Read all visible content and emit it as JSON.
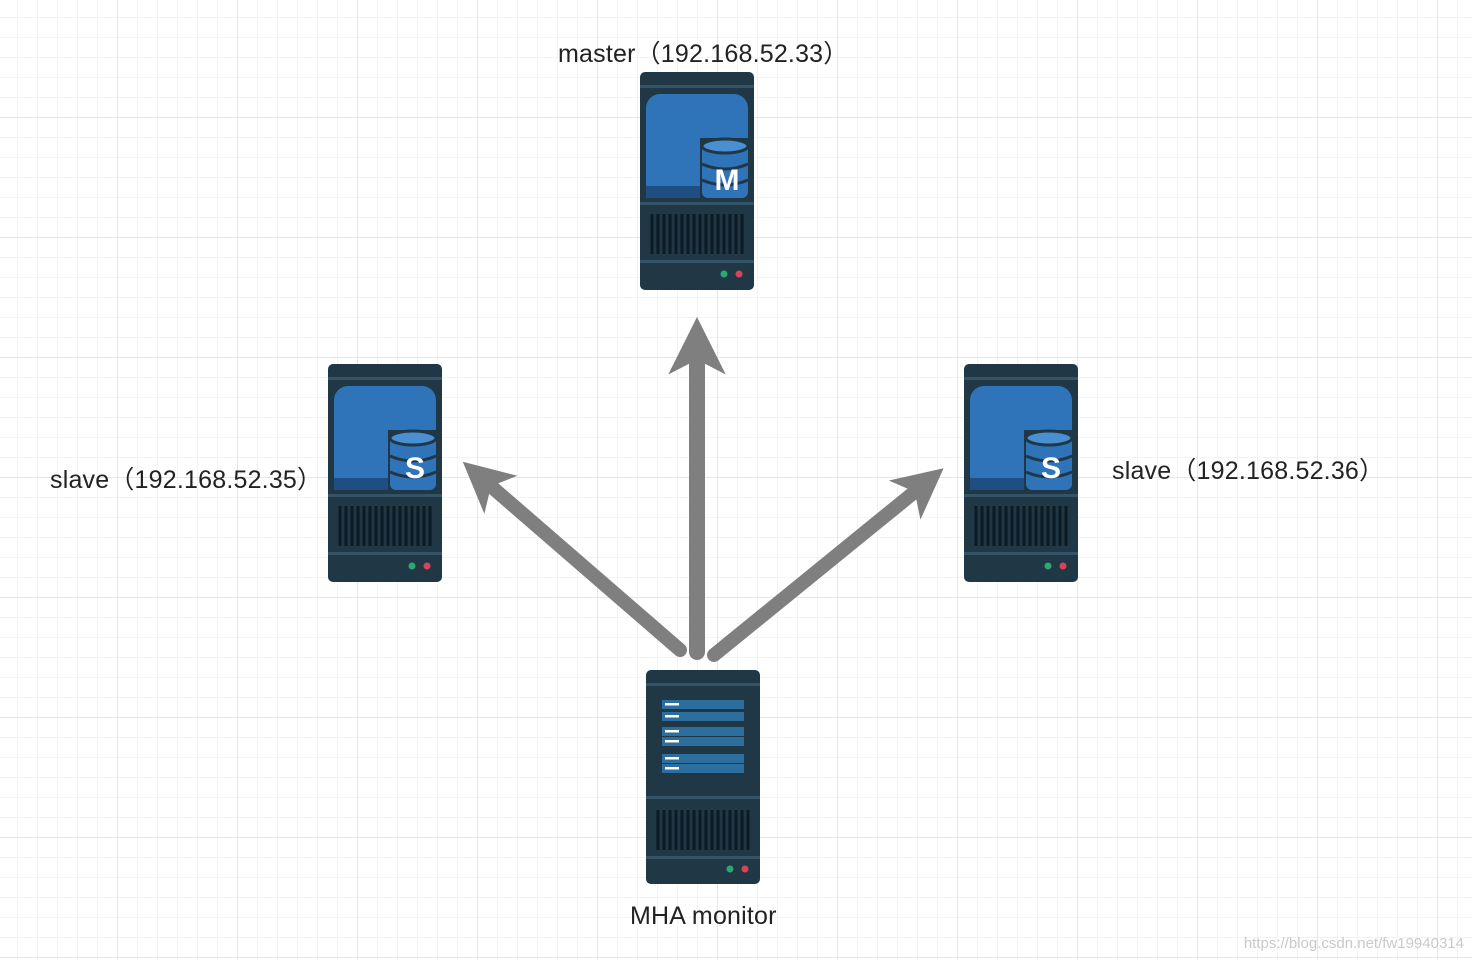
{
  "nodes": {
    "master": {
      "label": "master（192.168.52.33）",
      "badge": "M"
    },
    "slave_left": {
      "label": "slave（192.168.52.35）",
      "badge": "S"
    },
    "slave_right": {
      "label": "slave（192.168.52.36）",
      "badge": "S"
    },
    "monitor": {
      "label": "MHA monitor"
    }
  },
  "watermark": "https://blog.csdn.net/fw19940314",
  "colors": {
    "server_body": "#203746",
    "server_blue": "#2f73b8",
    "server_blue_dark": "#1f4f82",
    "arrow": "#7f7f7f",
    "led_green": "#2aa86f",
    "led_red": "#d9435a"
  },
  "icons": {
    "db_server": "database-server-icon",
    "monitor_server": "monitor-server-icon"
  }
}
